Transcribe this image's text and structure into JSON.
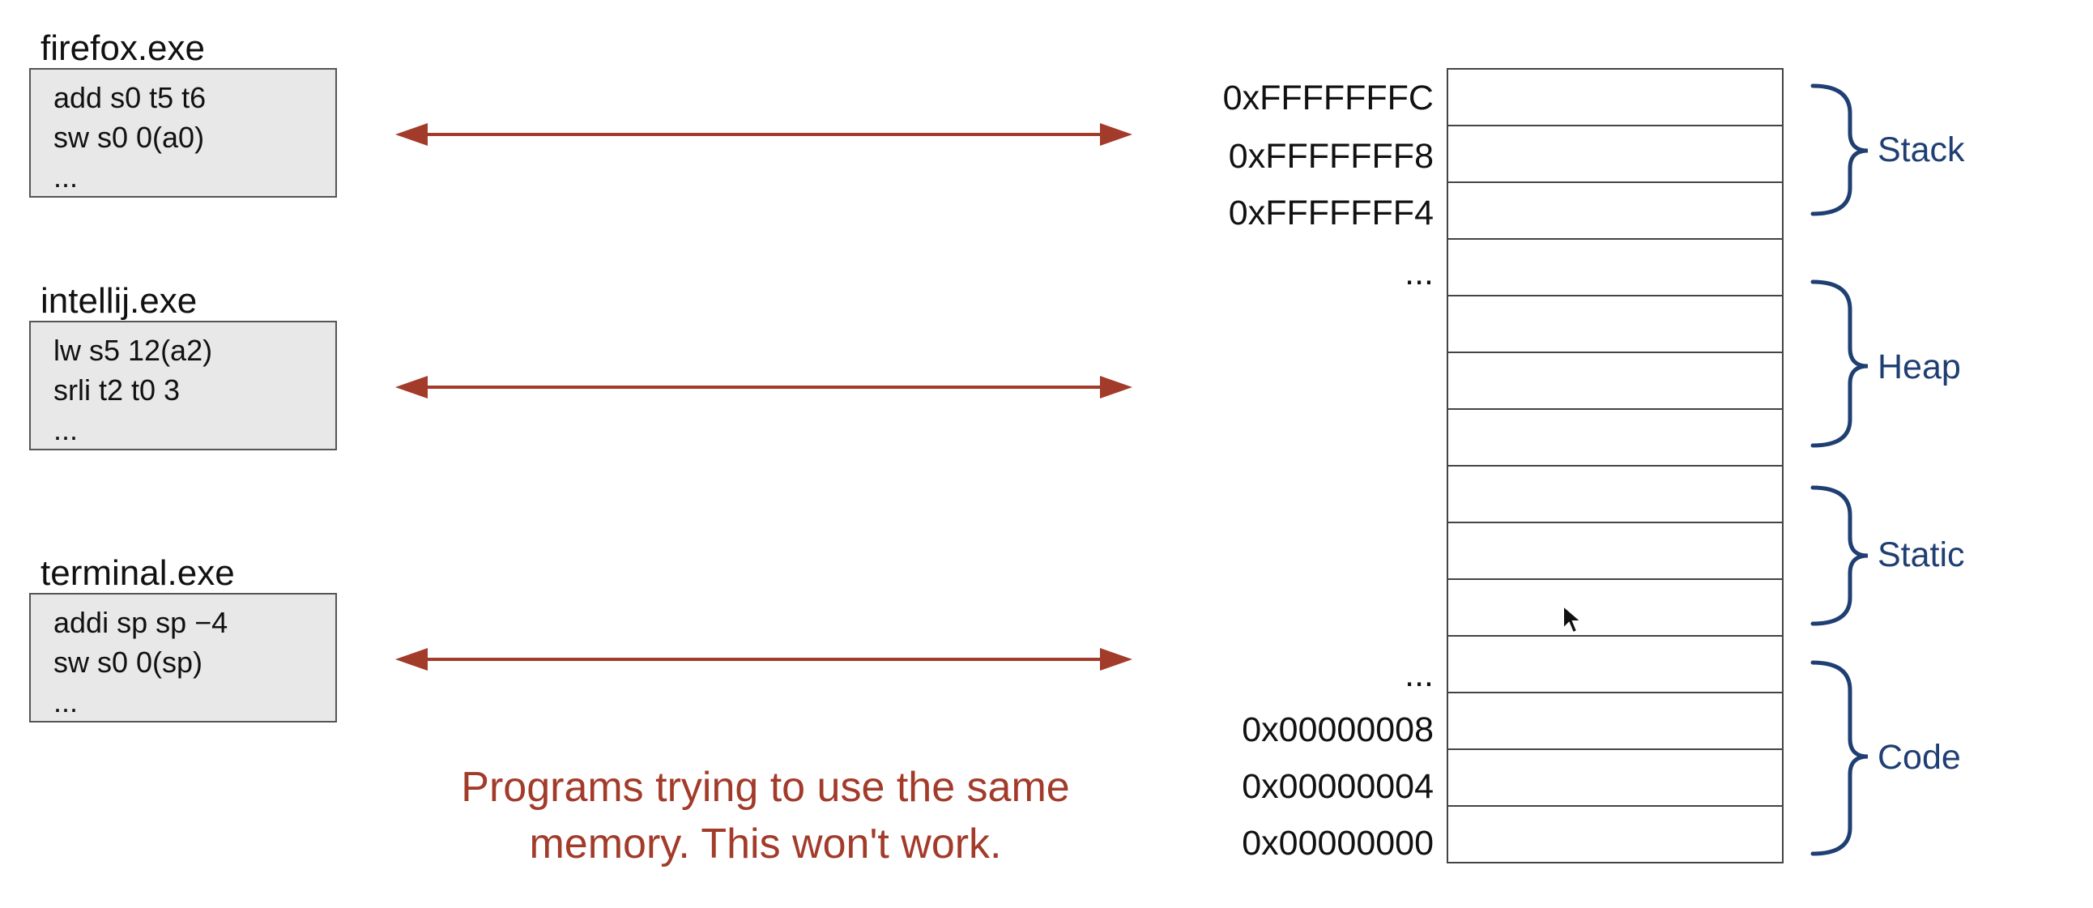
{
  "programs": [
    {
      "title": "firefox.exe",
      "lines": [
        "add s0 t5 t6",
        "sw s0 0(a0)",
        "..."
      ]
    },
    {
      "title": "intellij.exe",
      "lines": [
        "lw s5 12(a2)",
        "srli t2 t0 3",
        "..."
      ]
    },
    {
      "title": "terminal.exe",
      "lines": [
        "addi sp sp −4",
        "sw s0 0(sp)",
        "..."
      ]
    }
  ],
  "caption": {
    "line1": "Programs trying to use the same",
    "line2": "memory. This won't work."
  },
  "memory": {
    "addresses": {
      "top1": "0xFFFFFFFC",
      "top2": "0xFFFFFFF8",
      "top3": "0xFFFFFFF4",
      "ellipsis_top": "...",
      "ellipsis_bottom": "...",
      "bottom3": "0x00000008",
      "bottom2": "0x00000004",
      "bottom1": "0x00000000"
    },
    "regions": {
      "stack": "Stack",
      "heap": "Heap",
      "static": "Static",
      "code": "Code"
    }
  },
  "colors": {
    "arrow": "#a23b2a",
    "caption": "#a23b2a",
    "region": "#1f3f73",
    "code_box_fill": "#e8e8e8"
  }
}
